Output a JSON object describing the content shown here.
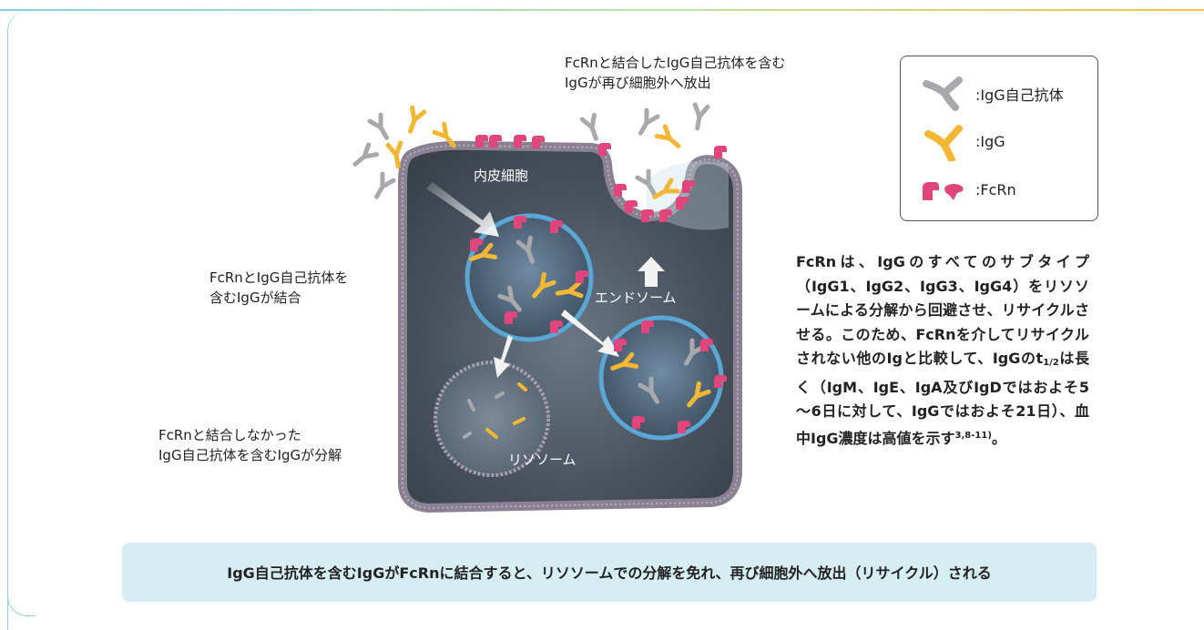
{
  "header": {
    "title_fragment": "g         g"
  },
  "labels": {
    "released_line1": "FcRnと結合したIgG自己抗体を含む",
    "released_line2": "IgGが再び細胞外へ放出",
    "binding_line1": "FcRnとIgG自己抗体を",
    "binding_line2": "含むIgGが結合",
    "degraded_line1": "FcRnと結合しなかった",
    "degraded_line2": "IgG自己抗体を含むIgGが分解",
    "endothelial_cell": "内皮細胞",
    "endosome": "エンドソーム",
    "lysosome": "リソソーム"
  },
  "legend": {
    "autoantibody": ":IgG自己抗体",
    "igg": ":IgG",
    "fcrn": ":FcRn",
    "icons": [
      "autoantibody-icon",
      "igg-icon",
      "fcrn-icon"
    ]
  },
  "description": {
    "text": "FcRnは、IgGのすべてのサブタイプ（IgG1、IgG2、IgG3、IgG4）をリソソームによる分解から回避させ、リサイクルさせる。このため、FcRnを介してリサイクルされない他のIgと比較して、IgGのt",
    "sub": "1/2",
    "text2": "は長く（IgM、IgE、IgA及びIgDではおよそ5～6日に対して、IgGではおよそ21日）、血中IgG濃度は高値を示す",
    "ref": "3,8-11)",
    "end": "。"
  },
  "summary": "IgG自己抗体を含むIgGがFcRnに結合すると、リソソームでの分解を免れ、再び細胞外へ放出（リサイクル）される",
  "colors": {
    "igg": "#f3b734",
    "autoantibody": "#a7a9ac",
    "fcrn": "#e0457b",
    "membrane": "#8a8293",
    "cell_interior": "#4b5560",
    "vesicle_border": "#5aa7d6",
    "summary_bg": "#d6eef3",
    "frame": "#8fd0de"
  }
}
